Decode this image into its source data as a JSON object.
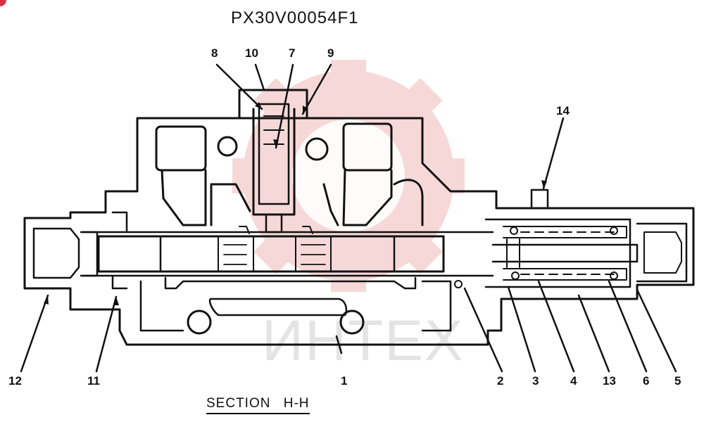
{
  "drawing": {
    "code": "PX30V00054F1",
    "section_word": "SECTION",
    "section_id": "H-H"
  },
  "watermark": {
    "text": "ИНТЕХ",
    "color": "#f4c9c9"
  },
  "labels": {
    "l1": "1",
    "l2": "2",
    "l3": "3",
    "l4": "4",
    "l5": "5",
    "l6": "6",
    "l7": "7",
    "l8": "8",
    "l9": "9",
    "l10": "10",
    "l11": "11",
    "l12": "12",
    "l13": "13",
    "l14": "14"
  }
}
